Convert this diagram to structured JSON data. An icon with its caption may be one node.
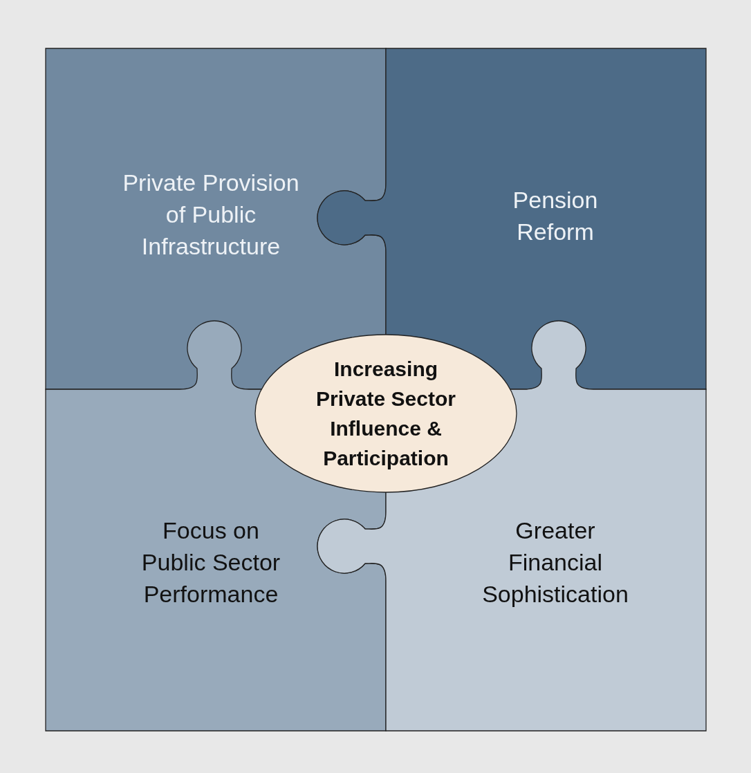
{
  "diagram": {
    "nodes": [
      {
        "text": [
          "Private Provision of Public Infrastructure"
        ]
      },
      {
        "text": [
          "Pension Reform"
        ]
      },
      {
        "text": [
          "Increasing Private Sector Influence & Participation"
        ]
      },
      {
        "text": [
          "Focus on Public Sector Performance"
        ]
      },
      {
        "text": [
          "Greater Financial Sophistication"
        ]
      }
    ]
  }
}
